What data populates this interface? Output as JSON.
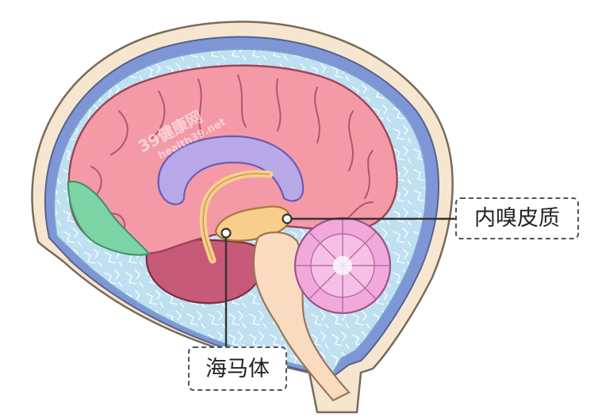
{
  "labels": {
    "entorhinal_cortex": "内嗅皮质",
    "hippocampus": "海马体"
  },
  "watermark": {
    "logo_text": "39健康网",
    "url_text": "health39.net"
  },
  "colors": {
    "skull": "#f6e6cf",
    "dura": "#7f96d6",
    "csf": "#bfe0f1",
    "cortex": "#f39aa6",
    "corpus_callosum": "#b8a8e8",
    "hippocampus": "#f8cf8a",
    "cerebellum": "#f1a9dc",
    "brainstem": "#f9dcc0",
    "temporal_lobe": "#c75a78",
    "occipital_green": "#7cd3a4"
  }
}
